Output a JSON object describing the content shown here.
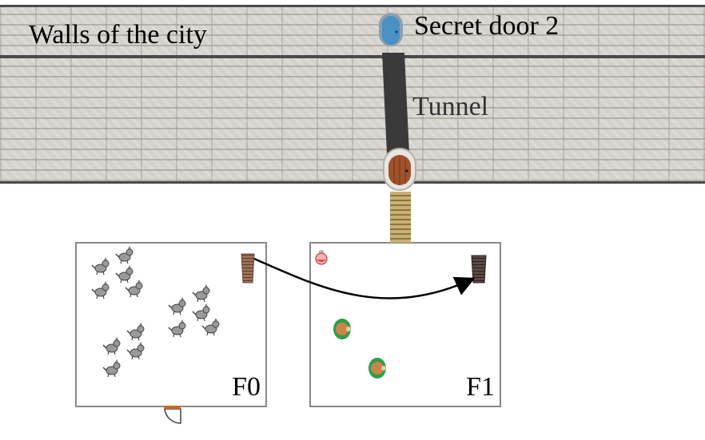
{
  "labels": {
    "walls": "Walls of the city",
    "secret_door": "Secret door 2",
    "tunnel": "Tunnel"
  },
  "rooms": [
    {
      "id": "F0",
      "label": "F0"
    },
    {
      "id": "F1",
      "label": "F1"
    }
  ],
  "icons": {
    "secret_door": "blue-door-icon",
    "tunnel_entrance": "wooden-door-icon",
    "stairs": "staircase-icon",
    "enemy": "wolf-icon",
    "character": "villager-icon",
    "potion": "red-potion-icon"
  },
  "counts": {
    "wolves_in_f0": 14,
    "villagers_in_f1": 2
  },
  "colors": {
    "wall_line": "#4a4a4a",
    "tunnel": "#3a3a3a",
    "secret_door": "#4a90c2",
    "wooden_door": "#a0522d",
    "villager_green": "#2e9e4a",
    "villager_skin": "#c8864a"
  }
}
